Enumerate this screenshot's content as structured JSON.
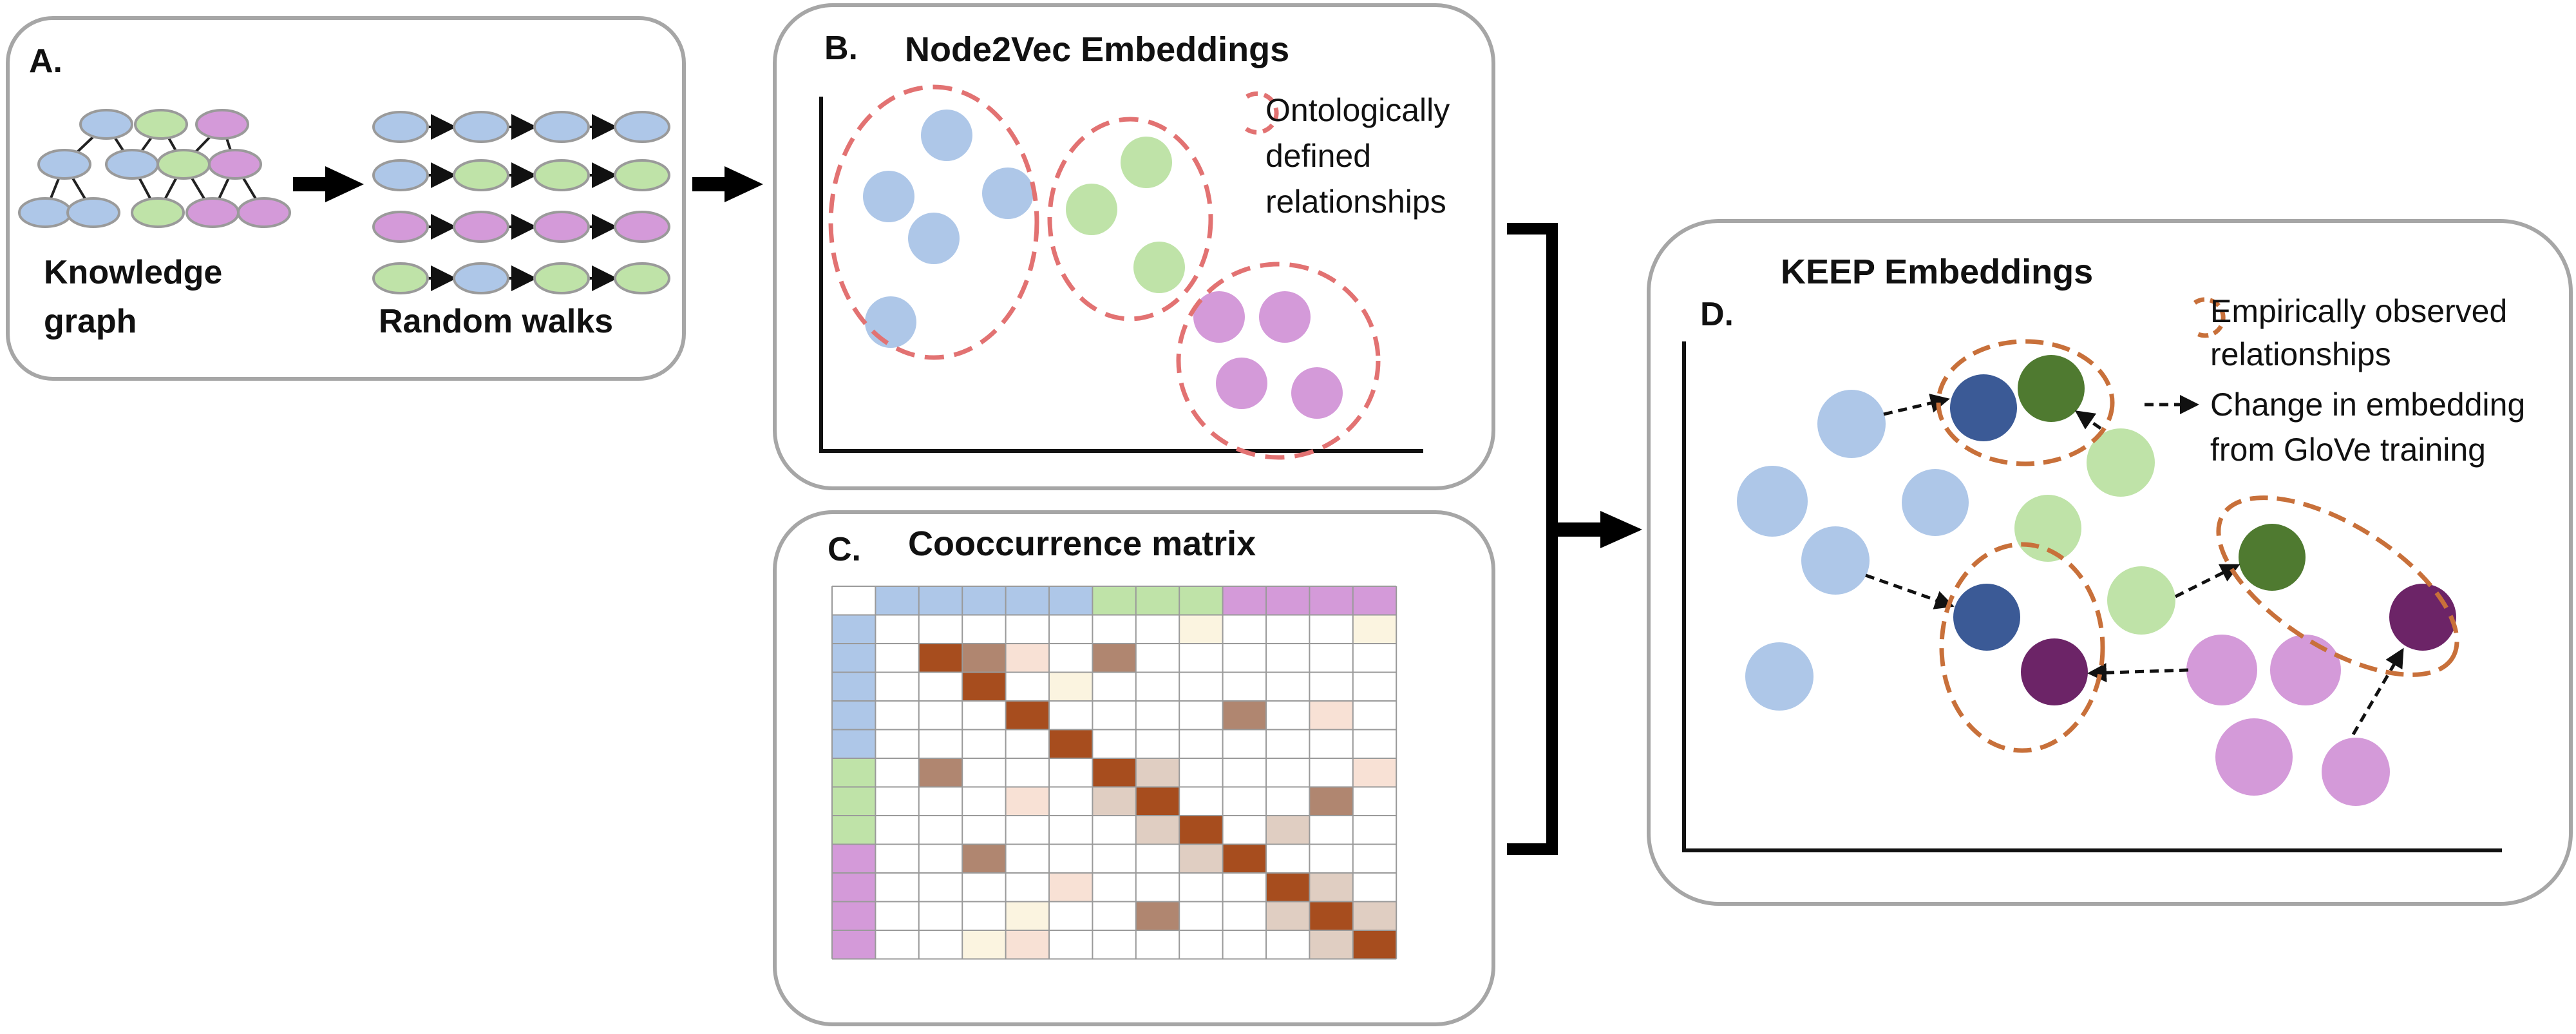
{
  "colors": {
    "blue": "#aec7e8",
    "green": "#bfe3a8",
    "purple": "#d49ad9",
    "node_outline": "#9a9a9a",
    "ontology_ring": "#e27272",
    "empirical_ring": "#c8703a",
    "dark_blue": "#3b5a96",
    "dark_green": "#4f7a30",
    "dark_purple": "#6c2467",
    "matrix_diag": "#a74d1e",
    "matrix_mid": "#b08670",
    "matrix_light": "#e0cec2",
    "matrix_pale": "#f8e1d5",
    "matrix_cream": "#fbf4e0",
    "panel_border": "#a6a6a6"
  },
  "panel_a": {
    "label": "A.",
    "kg_caption_line1": "Knowledge",
    "kg_caption_line2": "graph",
    "rw_caption": "Random walks",
    "graph_nodes": [
      "blue",
      "green",
      "purple",
      "blue",
      "blue",
      "green",
      "purple",
      "blue",
      "blue",
      "green",
      "purple",
      "purple"
    ],
    "random_walks": [
      [
        "blue",
        "blue",
        "blue",
        "blue",
        "blue"
      ],
      [
        "blue",
        "green",
        "green",
        "green",
        "purple"
      ],
      [
        "purple",
        "purple",
        "purple",
        "purple",
        "green"
      ],
      [
        "green",
        "blue",
        "green",
        "green",
        "blue"
      ]
    ]
  },
  "panel_b": {
    "label": "B.",
    "title": "Node2Vec Embeddings",
    "legend_line1": "Ontologically",
    "legend_line2": "defined",
    "legend_line3": "relationships"
  },
  "panel_c": {
    "label": "C.",
    "title": "Cooccurrence matrix",
    "header_colors": [
      "blue",
      "blue",
      "blue",
      "blue",
      "blue",
      "green",
      "green",
      "green",
      "purple",
      "purple",
      "purple",
      "purple"
    ],
    "cells": [
      [
        0,
        7
      ],
      [
        0,
        11
      ],
      [
        1,
        1
      ],
      [
        1,
        2
      ],
      [
        1,
        3
      ],
      [
        1,
        5
      ],
      [
        2,
        2
      ],
      [
        2,
        4
      ],
      [
        3,
        3
      ],
      [
        3,
        8
      ],
      [
        3,
        10
      ],
      [
        4,
        4
      ],
      [
        5,
        1
      ],
      [
        5,
        5
      ],
      [
        5,
        6
      ],
      [
        5,
        11
      ],
      [
        6,
        3
      ],
      [
        6,
        5
      ],
      [
        6,
        6
      ],
      [
        6,
        10
      ],
      [
        7,
        6
      ],
      [
        7,
        7
      ],
      [
        7,
        9
      ],
      [
        8,
        2
      ],
      [
        8,
        7
      ],
      [
        8,
        8
      ],
      [
        9,
        4
      ],
      [
        9,
        9
      ],
      [
        9,
        10
      ],
      [
        10,
        3
      ],
      [
        10,
        6
      ],
      [
        10,
        9
      ],
      [
        10,
        10
      ],
      [
        10,
        11
      ],
      [
        11,
        2
      ],
      [
        11,
        3
      ],
      [
        11,
        10
      ],
      [
        11,
        11
      ]
    ],
    "cell_levels": [
      "cream",
      "cream",
      "diag",
      "mid",
      "pale",
      "mid",
      "diag",
      "cream",
      "diag",
      "mid",
      "pale",
      "diag",
      "mid",
      "diag",
      "light",
      "pale",
      "pale",
      "light",
      "diag",
      "mid",
      "light",
      "diag",
      "light",
      "mid",
      "light",
      "diag",
      "pale",
      "diag",
      "light",
      "cream",
      "mid",
      "light",
      "diag",
      "light",
      "cream",
      "pale",
      "light",
      "diag"
    ]
  },
  "panel_d": {
    "label": "D.",
    "title": "KEEP Embeddings",
    "legend_ring_line1": "Empirically observed",
    "legend_ring_line2": "relationships",
    "legend_arrow_line1": "Change in embedding",
    "legend_arrow_line2": "from GloVe training"
  }
}
